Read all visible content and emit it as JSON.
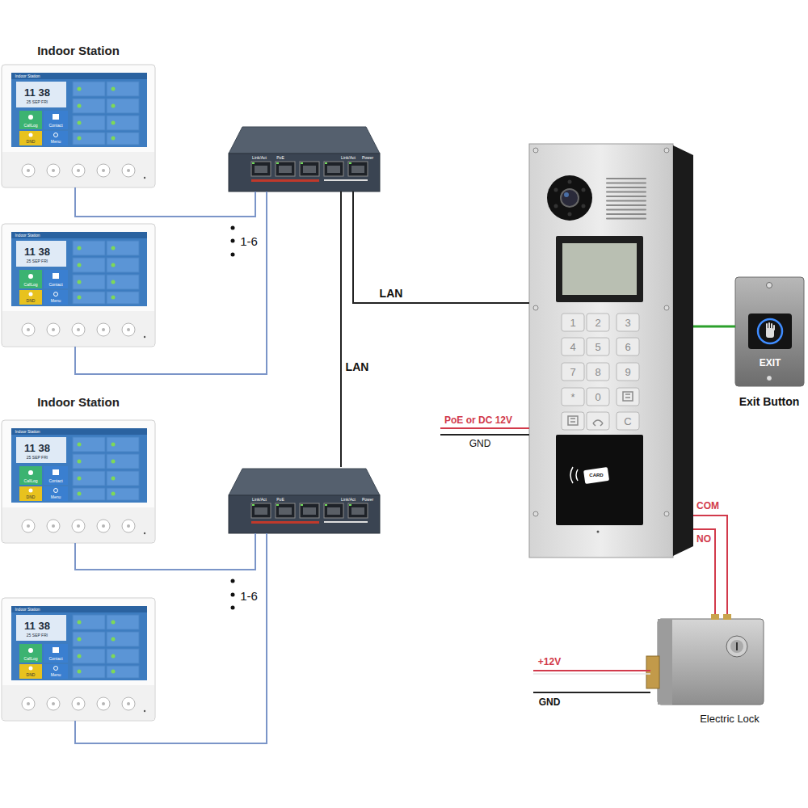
{
  "diagram": {
    "nodes": [
      {
        "text": [
          "Indoor Station",
          "Indoor Station",
          "11 38",
          "25 SEP FRI",
          "CallLog",
          "Contact",
          "DND",
          "Menu"
        ]
      },
      {
        "text": [
          "Indoor Station",
          "11 38",
          "25 SEP FRI",
          "CallLog",
          "Contact",
          "DND",
          "Menu"
        ]
      },
      {
        "text": [
          "Link/Act",
          "PoE",
          "Link/Act",
          "Power"
        ]
      },
      {
        "text": [
          "1",
          "2",
          "3",
          "4",
          "5",
          "6",
          "7",
          "8",
          "9",
          "*",
          "0",
          "C",
          "CARD"
        ]
      },
      {
        "text": [
          "EXIT",
          "Exit Button"
        ]
      },
      {
        "text": [
          "Indoor Station",
          "Indoor Station",
          "11 38",
          "25 SEP FRI",
          "CallLog",
          "Contact",
          "DND",
          "Menu"
        ]
      },
      {
        "text": [
          "Indoor Station",
          "11 38",
          "25 SEP FRI",
          "CallLog",
          "Contact",
          "DND",
          "Menu"
        ]
      },
      {
        "text": [
          "Link/Act",
          "PoE",
          "Link/Act",
          "Power"
        ]
      },
      {
        "text": [
          "Electric Lock"
        ]
      }
    ],
    "edges": [
      {
        "from": 0,
        "to": 2,
        "arrow": "none"
      },
      {
        "from": 1,
        "to": 2,
        "arrow": "none"
      },
      {
        "from": 2,
        "to": 3,
        "label": "LAN",
        "arrow": "none"
      },
      {
        "from": 2,
        "to": 7,
        "label": "LAN",
        "arrow": "none"
      },
      {
        "from": 5,
        "to": 7,
        "arrow": "none"
      },
      {
        "from": 6,
        "to": 7,
        "arrow": "none"
      },
      {
        "from": 3,
        "to": 4,
        "arrow": "none"
      },
      {
        "from": 3,
        "to": 8,
        "label": "COM",
        "arrow": "none"
      },
      {
        "from": 3,
        "to": 8,
        "label": "NO",
        "arrow": "none"
      }
    ],
    "labels": [
      "1-6",
      "1-6",
      "PoE or DC 12V",
      "GND",
      "+12V",
      "GND"
    ]
  }
}
